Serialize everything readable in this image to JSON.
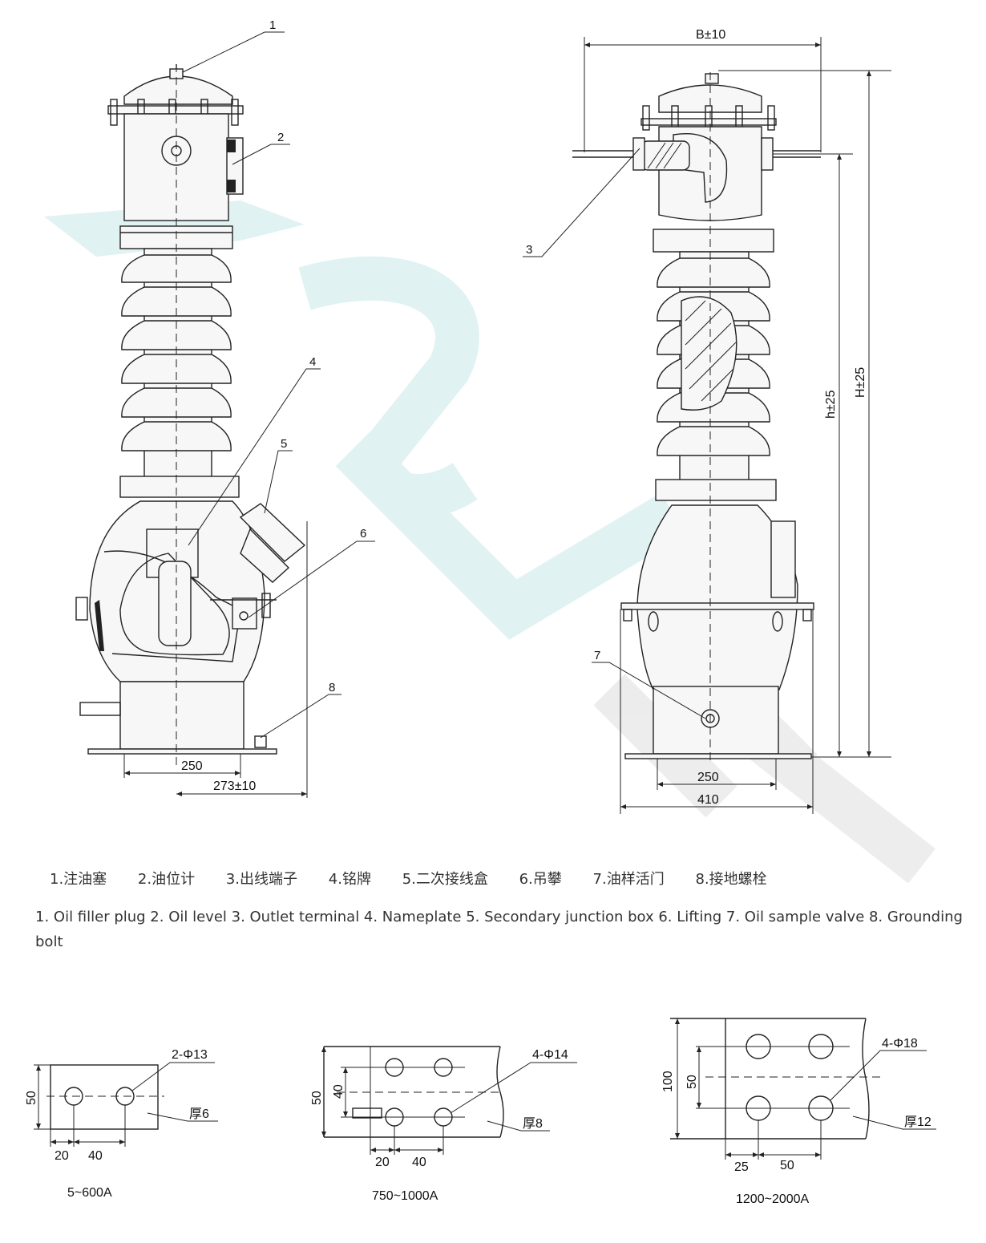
{
  "left_view": {
    "callouts": [
      "1",
      "2",
      "4",
      "5",
      "6",
      "8"
    ],
    "dim_250": "250",
    "dim_273": "273±10"
  },
  "right_view": {
    "callouts": [
      "3",
      "7"
    ],
    "dim_B": "B±10",
    "dim_H": "H±25",
    "dim_h": "h±25",
    "dim_250": "250",
    "dim_410": "410"
  },
  "legend_cn": [
    "1.注油塞",
    "2.油位计",
    "3.出线端子",
    "4.铭牌",
    "5.二次接线盒",
    "6.吊攀",
    "7.油样活门",
    "8.接地螺栓"
  ],
  "legend_en": "1. Oil filler plug 2. Oil level 3. Outlet terminal 4. Nameplate 5. Secondary junction box 6. Lifting 7. Oil sample valve 8. Grounding bolt",
  "terminals": [
    {
      "hole": "2-Φ13",
      "height": "50",
      "d1": "20",
      "d2": "40",
      "thick": "厚6",
      "range": "5~600A"
    },
    {
      "hole": "4-Φ14",
      "height": "50",
      "inner": "40",
      "d1": "20",
      "d2": "40",
      "thick": "厚8",
      "range": "750~1000A"
    },
    {
      "hole": "4-Φ18",
      "height": "100",
      "inner": "50",
      "d1": "25",
      "d2": "50",
      "thick": "厚12",
      "range": "1200~2000A"
    }
  ],
  "colors": {
    "line": "#222222",
    "watermark_teal": "#d9f0f0",
    "watermark_gray": "#e6e6e6"
  }
}
